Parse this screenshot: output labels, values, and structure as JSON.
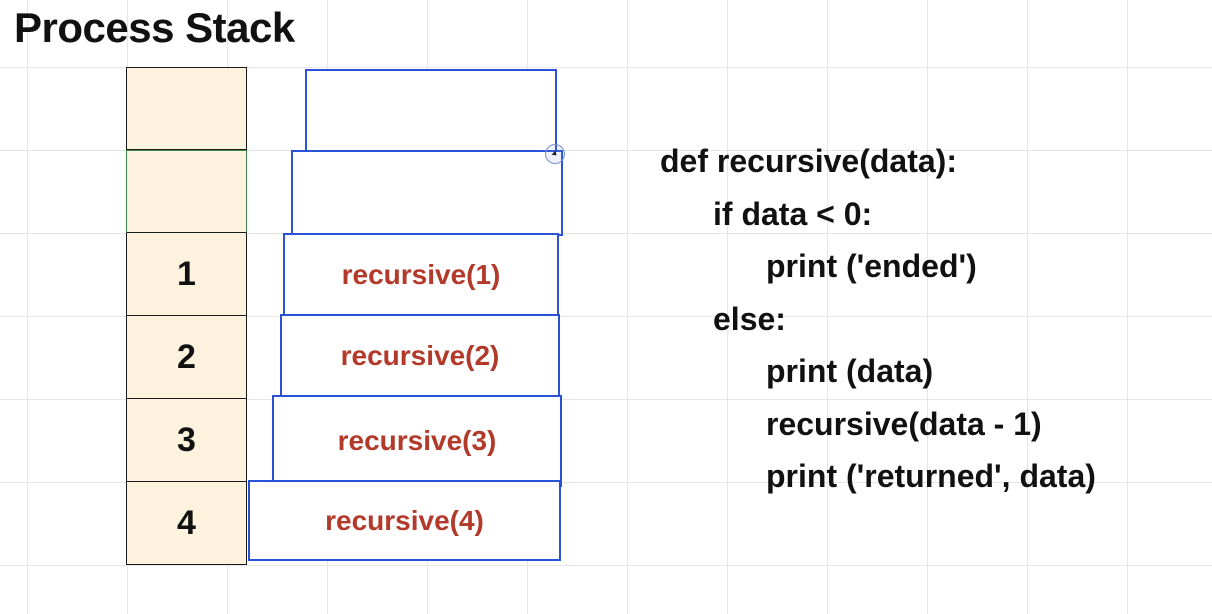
{
  "title": "Process Stack",
  "stack": {
    "cells": [
      "",
      "",
      "1",
      "2",
      "3",
      "4"
    ]
  },
  "frames": [
    {
      "label": ""
    },
    {
      "label": ""
    },
    {
      "label": "recursive(1)"
    },
    {
      "label": "recursive(2)"
    },
    {
      "label": "recursive(3)"
    },
    {
      "label": "recursive(4)"
    }
  ],
  "code": {
    "lines": [
      {
        "text": "def recursive(data):",
        "indent": 0
      },
      {
        "text": "if data < 0:",
        "indent": 1
      },
      {
        "text": "print ('ended')",
        "indent": 2
      },
      {
        "text": "else:",
        "indent": 1
      },
      {
        "text": "print (data)",
        "indent": 2
      },
      {
        "text": "recursive(data - 1)",
        "indent": 2
      },
      {
        "text": "print ('returned', data)",
        "indent": 2
      }
    ]
  },
  "colors": {
    "stack_fill": "#fdf2de",
    "frame_border": "#2a52d6",
    "frame_label": "#b33a2b",
    "grid": "#e6e6e6"
  },
  "icons": {
    "cursor": "cursor-pointer-icon"
  }
}
